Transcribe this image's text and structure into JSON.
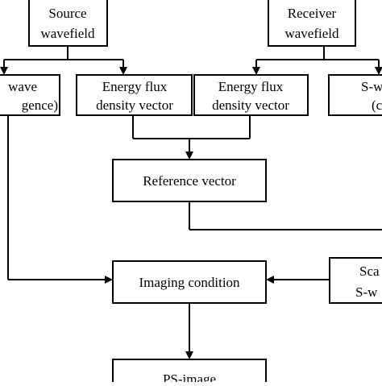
{
  "boxes": {
    "source_wavefield": {
      "line1": "Source",
      "line2": "wavefield"
    },
    "receiver_wavefield": {
      "line1": "Receiver",
      "line2": "wavefield"
    },
    "p_wave_divergence": {
      "line1": "wave",
      "line2": "gence)"
    },
    "energy_flux_left": {
      "line1": "Energy flux",
      "line2": "density vector"
    },
    "energy_flux_right": {
      "line1": "Energy flux",
      "line2": "density vector"
    },
    "s_wave_curl": {
      "line1": "S-w",
      "line2": "(c"
    },
    "reference_vector": {
      "label": "Reference vector"
    },
    "imaging_condition": {
      "label": "Imaging condition"
    },
    "scalar_s_wave": {
      "line1": "Sca",
      "line2": "S-w"
    },
    "ps_image": {
      "label": "PS-image"
    }
  }
}
